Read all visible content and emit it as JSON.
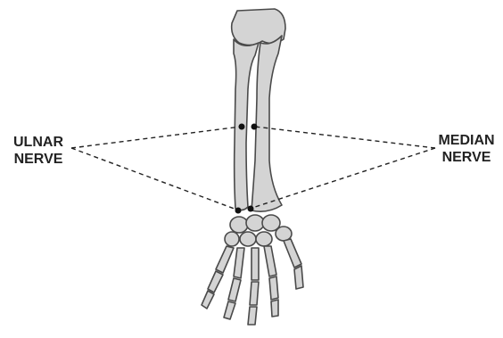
{
  "labels": {
    "ulnar": {
      "line1": "ULNAR",
      "line2": "NERVE"
    },
    "median": {
      "line1": "MEDIAN",
      "line2": "NERVE"
    }
  },
  "colors": {
    "bone_fill": "#d4d4d4",
    "bone_outline": "#4a4a4a",
    "nerve_line": "#222222",
    "stim_point": "#111111"
  },
  "figure": {
    "subject": "forearm-and-hand-skeleton",
    "view": "anterior"
  }
}
